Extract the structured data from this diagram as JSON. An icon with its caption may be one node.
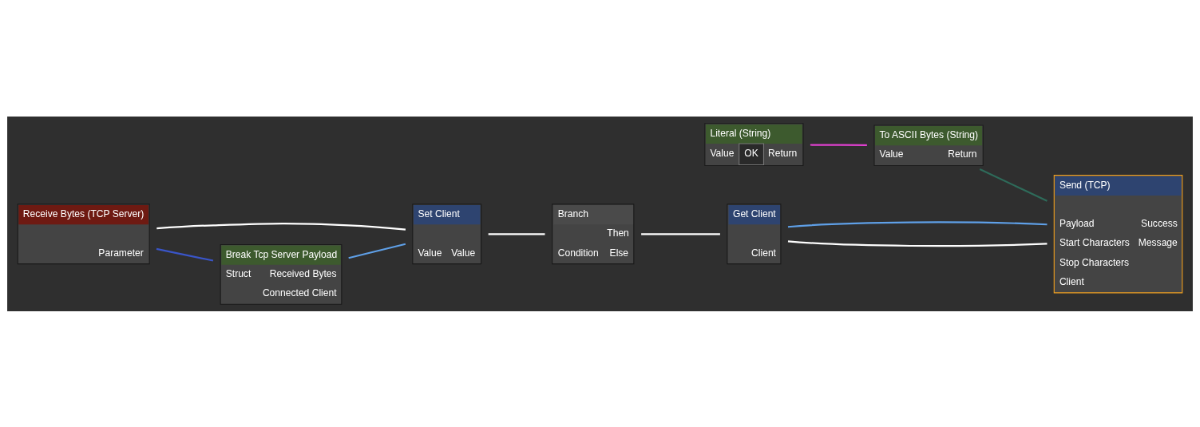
{
  "diagram": {
    "nodes": [
      {
        "text": [
          "Literal (String)",
          "Value",
          "OK",
          "Return"
        ]
      },
      {
        "text": [
          "To ASCII Bytes (String)",
          "Value",
          "Return"
        ]
      },
      {
        "text": [
          "Get Client",
          "Client"
        ]
      },
      {
        "text": [
          "Send (TCP)",
          "Payload",
          "Success",
          "Start Characters",
          "Message",
          "Stop Characters",
          "Client"
        ]
      },
      {
        "text": [
          "Receive Bytes (TCP Server)",
          "Parameter"
        ]
      },
      {
        "text": [
          "Set Client",
          "Value",
          "Value"
        ]
      },
      {
        "text": [
          "Branch",
          "Then",
          "Condition",
          "Else"
        ]
      },
      {
        "text": [
          "Break Tcp Server Payload",
          "Struct",
          "Received Bytes",
          "Connected Client"
        ]
      }
    ],
    "edges": [
      {
        "from": 4,
        "to": 5,
        "arrow": "none"
      },
      {
        "from": 4,
        "to": 7,
        "arrow": "none",
        "color": "#3a55c8"
      },
      {
        "from": 7,
        "to": 5,
        "arrow": "none",
        "color": "#5fa0e8"
      },
      {
        "from": 5,
        "to": 6,
        "arrow": "none"
      },
      {
        "from": 6,
        "to": 2,
        "arrow": "none"
      },
      {
        "from": 2,
        "to": 3,
        "arrow": "none"
      },
      {
        "from": 2,
        "to": 3,
        "arrow": "none",
        "color": "#5fa0e8"
      },
      {
        "from": 0,
        "to": 1,
        "arrow": "none",
        "color": "#e040d0"
      },
      {
        "from": 1,
        "to": 3,
        "arrow": "none",
        "color": "#2e6b5a"
      }
    ]
  }
}
